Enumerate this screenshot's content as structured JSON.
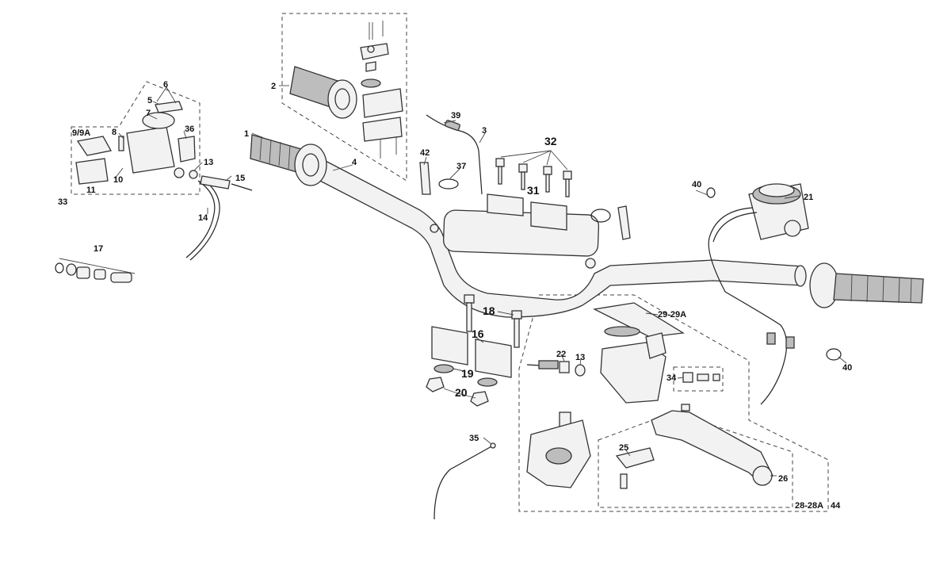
{
  "labels": {
    "l1": "1",
    "l2": "2",
    "l3": "3",
    "l4": "4",
    "l5": "5",
    "l6": "6",
    "l7": "7",
    "l8": "8",
    "l9": "9/9A",
    "l10": "10",
    "l11": "11",
    "l13a": "13",
    "l13b": "13",
    "l14": "14",
    "l15": "15",
    "l16": "16",
    "l17": "17",
    "l18": "18",
    "l19": "19",
    "l20": "20",
    "l21": "21",
    "l22": "22",
    "l25": "25",
    "l26": "26",
    "l28": "28-28A",
    "l29": "29-29A",
    "l31": "31",
    "l32": "32",
    "l33": "33",
    "l34": "34",
    "l35": "35",
    "l36": "36",
    "l37": "37",
    "l39": "39",
    "l40a": "40",
    "l40b": "40",
    "l42": "42",
    "l44": "44"
  },
  "colors": {
    "line": "#222222",
    "fill_light": "#f2f2f2",
    "fill_dark": "#bdbdbd",
    "background": "#ffffff"
  }
}
